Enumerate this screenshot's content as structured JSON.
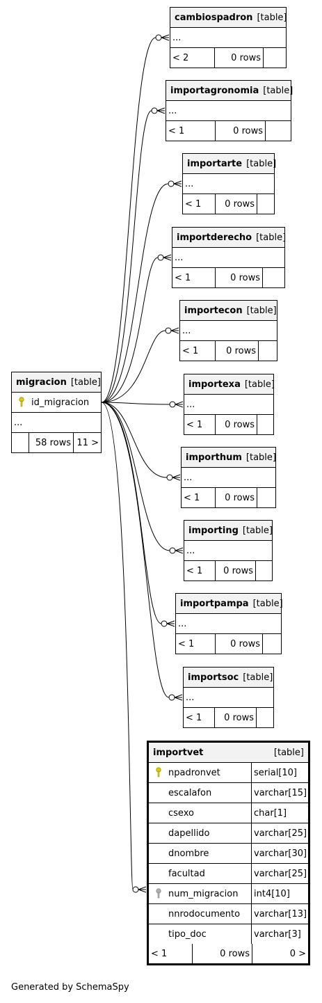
{
  "root": {
    "name": "migracion",
    "type": "[table]",
    "key_column": "id_migracion",
    "more": "...",
    "rows": "58 rows",
    "children": "11 >"
  },
  "children": [
    {
      "name": "cambiospadron",
      "type": "[table]",
      "more": "...",
      "parents": "< 2",
      "rows": "0 rows"
    },
    {
      "name": "importagronomia",
      "type": "[table]",
      "more": "...",
      "parents": "< 1",
      "rows": "0 rows"
    },
    {
      "name": "importarte",
      "type": "[table]",
      "more": "...",
      "parents": "< 1",
      "rows": "0 rows"
    },
    {
      "name": "importderecho",
      "type": "[table]",
      "more": "...",
      "parents": "< 1",
      "rows": "0 rows"
    },
    {
      "name": "importecon",
      "type": "[table]",
      "more": "...",
      "parents": "< 1",
      "rows": "0 rows"
    },
    {
      "name": "importexa",
      "type": "[table]",
      "more": "...",
      "parents": "< 1",
      "rows": "0 rows"
    },
    {
      "name": "importhum",
      "type": "[table]",
      "more": "...",
      "parents": "< 1",
      "rows": "0 rows"
    },
    {
      "name": "importing",
      "type": "[table]",
      "more": "...",
      "parents": "< 1",
      "rows": "0 rows"
    },
    {
      "name": "importpampa",
      "type": "[table]",
      "more": "...",
      "parents": "< 1",
      "rows": "0 rows"
    },
    {
      "name": "importsoc",
      "type": "[table]",
      "more": "...",
      "parents": "< 1",
      "rows": "0 rows"
    }
  ],
  "focus": {
    "name": "importvet",
    "type": "[table]",
    "columns": [
      {
        "name": "npadronvet",
        "type": "serial[10]",
        "key": "primary"
      },
      {
        "name": "escalafon",
        "type": "varchar[15]",
        "key": ""
      },
      {
        "name": "csexo",
        "type": "char[1]",
        "key": ""
      },
      {
        "name": "dapellido",
        "type": "varchar[25]",
        "key": ""
      },
      {
        "name": "dnombre",
        "type": "varchar[30]",
        "key": ""
      },
      {
        "name": "facultad",
        "type": "varchar[25]",
        "key": ""
      },
      {
        "name": "num_migracion",
        "type": "int4[10]",
        "key": "foreign"
      },
      {
        "name": "nnrodocumento",
        "type": "varchar[13]",
        "key": ""
      },
      {
        "name": "tipo_doc",
        "type": "varchar[3]",
        "key": ""
      }
    ],
    "parents": "< 1",
    "rows": "0 rows",
    "children": "0 >"
  },
  "footer": "Generated by SchemaSpy",
  "colors": {
    "primary_key": "#e0d000",
    "foreign_key": "#b0b0b0",
    "header_bg": "#f2f2f2"
  }
}
